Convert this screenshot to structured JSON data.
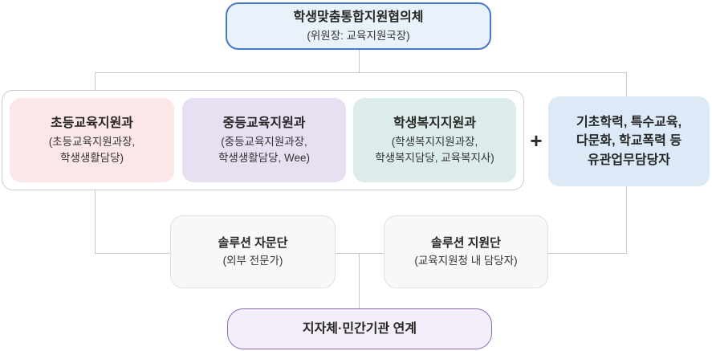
{
  "diagram": {
    "top": {
      "title": "학생맞춤통합지원협의체",
      "subtitle": "(위원장: 교육지원국장)"
    },
    "departments": [
      {
        "title": "초등교육지원과",
        "subtitle": "(초등교육지원과장,\n학생생활담당)"
      },
      {
        "title": "중등교육지원과",
        "subtitle": "(중등교육지원과장,\n학생생활담당, Wee)"
      },
      {
        "title": "학생복지지원과",
        "subtitle": "(학생복지지원과장,\n학생복지담당, 교육복지사)"
      }
    ],
    "plus": "+",
    "related": {
      "title": "기초학력, 특수교육,\n다문화, 학교폭력 등\n유관업무담당자"
    },
    "solution": [
      {
        "title": "솔루션 자문단",
        "subtitle": "(외부 전문가)"
      },
      {
        "title": "솔루션 지원단",
        "subtitle": "(교육지원청 내 담당자)"
      }
    ],
    "bottom": {
      "title": "지자체·민간기관 연계"
    }
  },
  "colors": {
    "top_bg": "#e9f1fa",
    "top_border": "#4579cb",
    "dept1_bg": "#fbe6e8",
    "dept2_bg": "#e8e0f2",
    "dept3_bg": "#dcecea",
    "related_bg": "#dce9f6",
    "container_border": "#cbcbcb",
    "solution_bg": "#f7f8f7",
    "solution_border": "#e0e0e0",
    "bottom_bg": "#f3eef9",
    "bottom_border": "#8b68b8",
    "connector": "#c9c9c9"
  }
}
